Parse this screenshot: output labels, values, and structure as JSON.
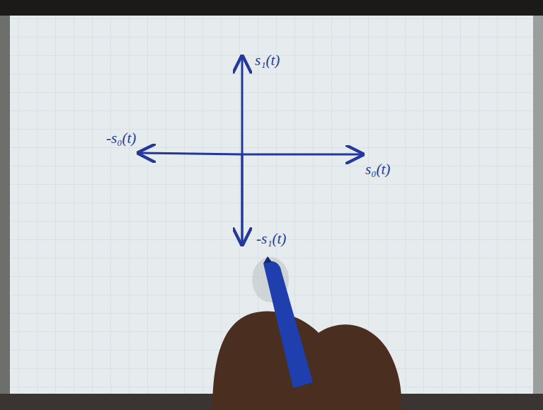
{
  "diagram": {
    "labels": [
      "s₁(t)",
      "-s₀(t)",
      "s₀(t)",
      "-s₁(t)"
    ]
  }
}
